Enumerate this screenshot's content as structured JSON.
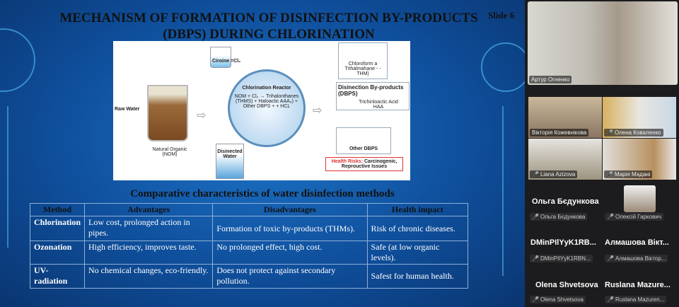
{
  "slide": {
    "title": "MECHANISM OF FORMATION OF DISINFECTION BY-PRODUCTS (DBPS) DURING CHLORINATION",
    "slide_number": "Slide 6",
    "diagram": {
      "raw_water": "Raw Water",
      "nom": "Natural Organic (NOM)",
      "chlorine": "Ciroine =Cl₂",
      "reactor_title": "Chlorination Reactor",
      "reactor_text": "NOM + Cl₂ → Trihalonthanes (THMS) + Haloactic AAA₅) + Other DBPS + + HCL",
      "disinfected": "Disinected Water",
      "chloroform": "Chloroform a Trihalmahane - - THM)",
      "dbps": "Disinection By-products (DBPS)",
      "haa": "Trichinloactic Acid HAA",
      "other": "Other DBPS",
      "risk_label": "Health Risks:",
      "risk_text": "Carcinogenic, Reprouctive Issues"
    },
    "table_title": "Comparative characteristics of water disinfection methods",
    "table": {
      "headers": [
        "Method",
        "Advantages",
        "Disadvantages",
        "Health impact"
      ],
      "rows": [
        [
          "Chlorination",
          "Low cost, prolonged action in pipes.",
          "Formation of toxic by-products (THMs).",
          "Risk of chronic diseases."
        ],
        [
          "Ozonation",
          "High efficiency, improves taste.",
          "No prolonged effect, high cost.",
          "Safe (at low organic levels)."
        ],
        [
          "UV-radiation",
          "No chemical changes, eco-friendly.",
          "Does not protect against secondary pollution.",
          "Safest for human health."
        ]
      ]
    }
  },
  "participants": {
    "speaker": "Артур Огненко",
    "tiles": [
      "Вікторія Кожевнікова",
      "Олена Коваленко",
      "Liana Azizova",
      "Марія Мадані"
    ],
    "list": [
      {
        "big": "Ольга Бєдункова",
        "label": "Ольга Бєдункова"
      },
      {
        "big": "",
        "label": "Олексій Гаркович"
      },
      {
        "big": "DMinPIlYyK1RB...",
        "label": "DMinPIlYyK1RBN..."
      },
      {
        "big": "Алмашова Вікт...",
        "label": "Алмашова Віктор..."
      },
      {
        "big": "Olena Shvetsova",
        "label": "Olena Shvetsova"
      },
      {
        "big": "Ruslana Mazure...",
        "label": "Ruslana Mazuren..."
      }
    ]
  }
}
